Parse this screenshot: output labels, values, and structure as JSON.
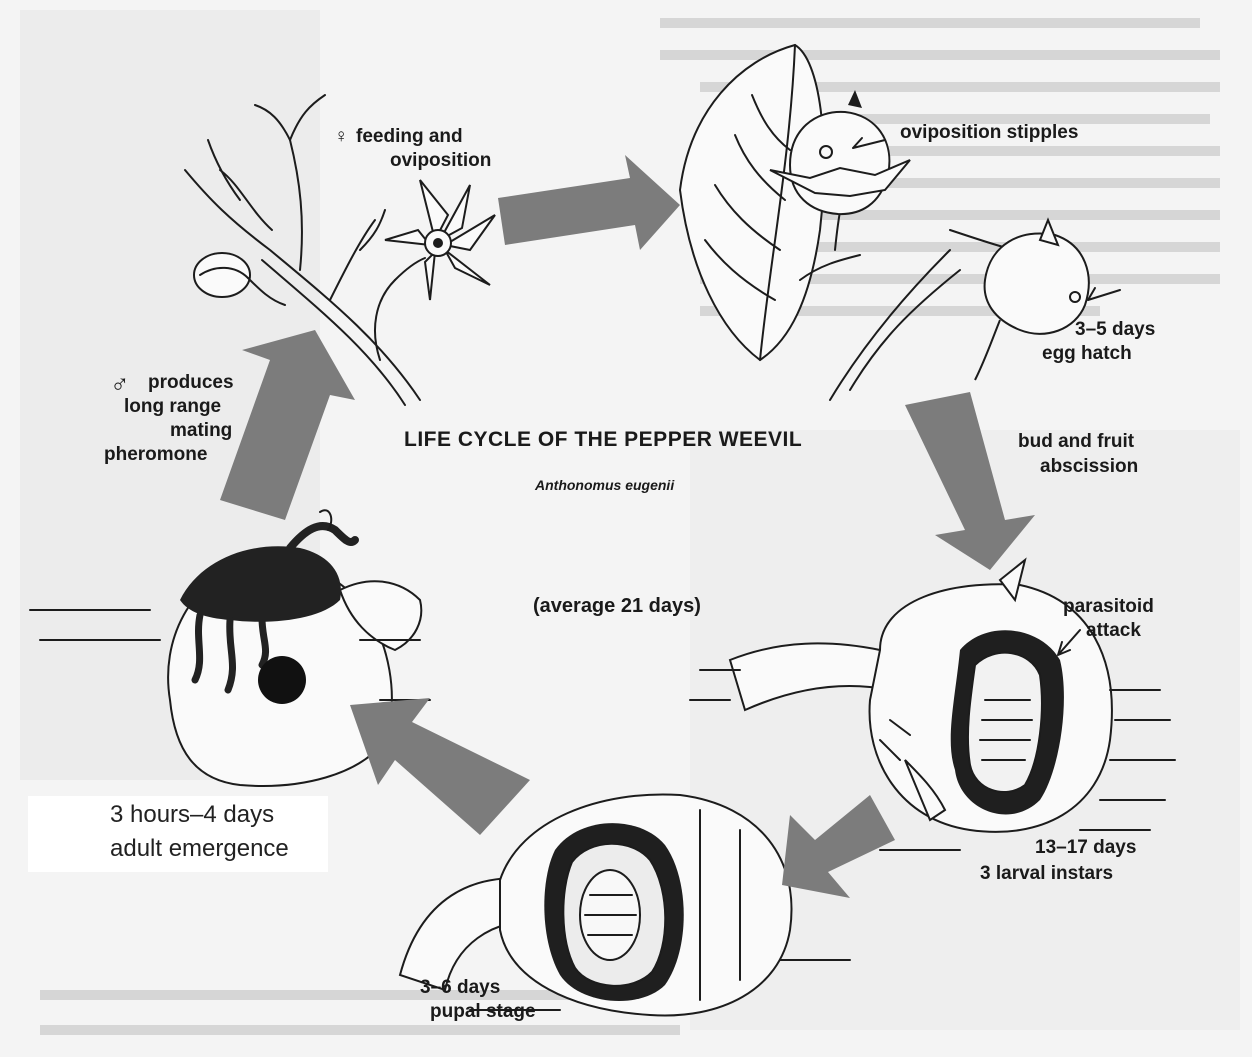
{
  "diagram": {
    "title": "LIFE CYCLE OF THE PEPPER WEEVIL",
    "scientific_name": "Anthonomus eugenii",
    "average": "(average 21 days)",
    "stages": {
      "feeding": {
        "symbol": "♀",
        "line1": "feeding and",
        "line2": "oviposition"
      },
      "oviposition_stipples": "oviposition stipples",
      "egg_hatch": {
        "line1": "3–5 days",
        "line2": "egg hatch"
      },
      "abscission": {
        "line1": "bud and fruit",
        "line2": "abscission"
      },
      "parasitoid": {
        "line1": "parasitoid",
        "line2": "attack"
      },
      "larval": {
        "line1": "13–17 days",
        "line2": "3 larval instars"
      },
      "pupal": {
        "line1": "3–6 days",
        "line2": "pupal stage"
      },
      "emergence": {
        "line1": "3 hours–4 days",
        "line2": "adult emergence"
      },
      "pheromone": {
        "symbol": "♂",
        "line1": "produces",
        "line2": "long range",
        "line3": "mating",
        "line4": "pheromone"
      }
    },
    "colors": {
      "arrow": "#7c7c7c",
      "ink": "#1c1c1c",
      "paper": "#f4f4f4"
    }
  }
}
